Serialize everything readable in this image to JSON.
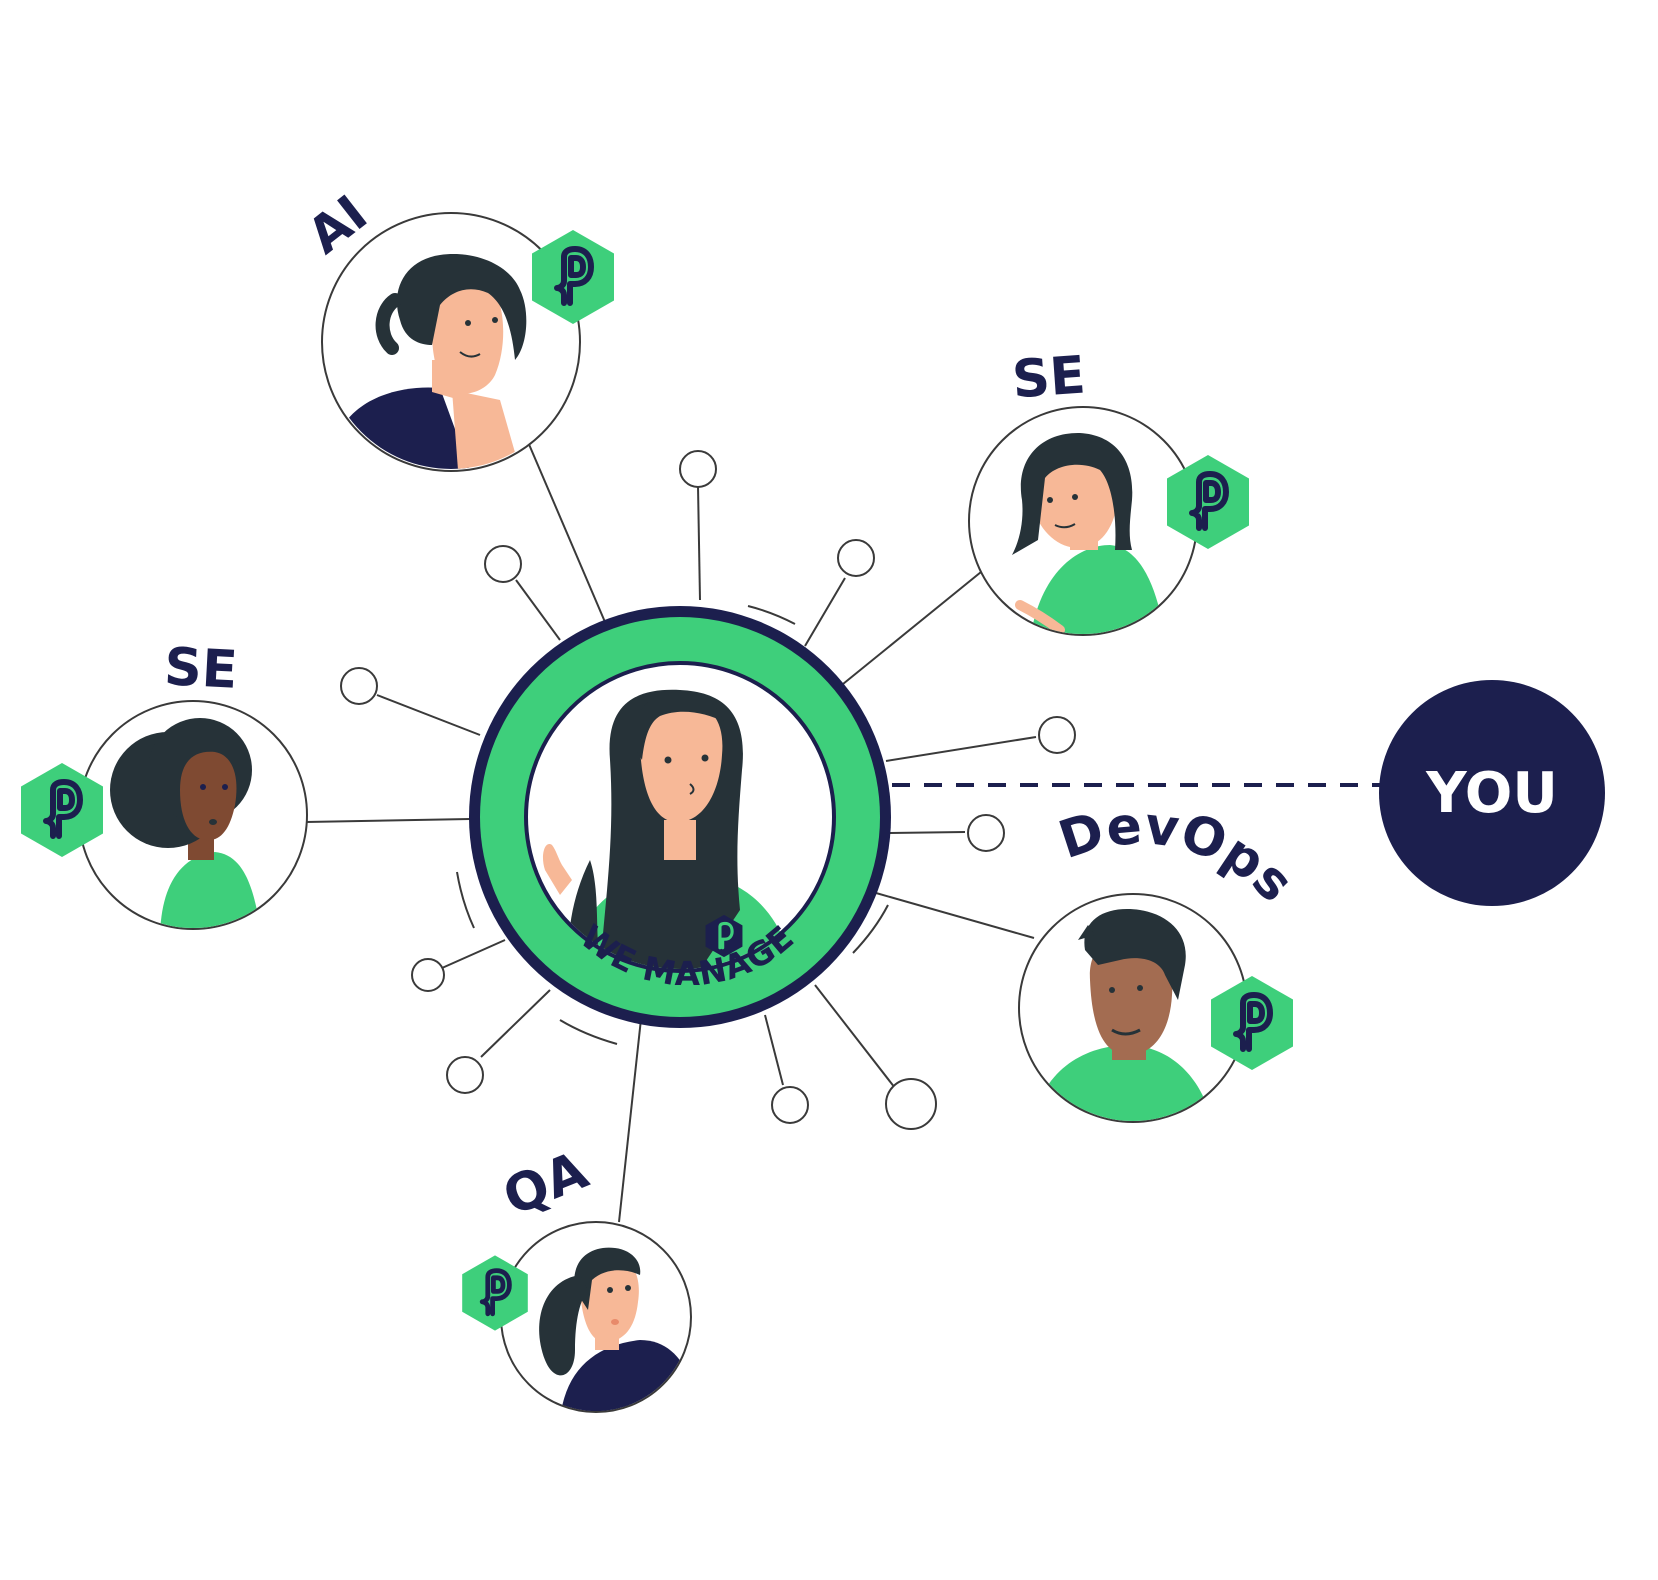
{
  "colors": {
    "navy": "#1c1f4e",
    "green": "#3ecf7b",
    "skin": "#f7b897",
    "skin_dark": "#a36c51",
    "skin_brown": "#7f4a32",
    "hair": "#263238",
    "line": "#3a3a3a",
    "white": "#ffffff"
  },
  "center": {
    "label": "WE MANAGE"
  },
  "you": {
    "label": "YOU"
  },
  "roles": {
    "ai": "AI",
    "se_right": "SE",
    "se_left": "SE",
    "devops": "DevOps",
    "qa": "QA"
  },
  "icons": {
    "badge": "brand-hexagon-logo-icon",
    "node": "connector-node-icon"
  }
}
